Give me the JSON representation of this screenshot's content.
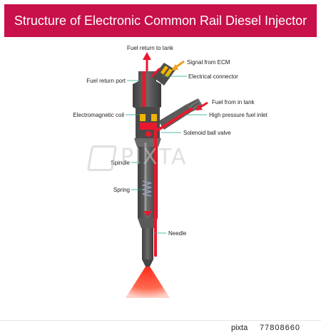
{
  "title": "Structure of Electronic Common Rail Diesel Injector",
  "labels": {
    "fuel_return_tank": "Fuel return to tank",
    "signal_ecm": "Signal from ECM",
    "electrical_connector": "Electrical connector",
    "fuel_return_port": "Fuel return port",
    "fuel_from_tank": "Fuel from in tank",
    "electromagnetic_coil": "Electromagnetic coil",
    "high_pressure_inlet": "High pressure fuel inlet",
    "solenoid_ball_valve": "Solenoid ball valve",
    "spindle": "Spindle",
    "spring": "Spring",
    "needle": "Needle"
  },
  "watermark": "PIXTA",
  "footer": {
    "brand": "pixta",
    "id": "77808660"
  },
  "colors": {
    "banner": "#c8104a",
    "body": "#545454",
    "fuel": "#e8192c",
    "arrow_signal": "#f0a020",
    "leader": "#1aa38a"
  }
}
